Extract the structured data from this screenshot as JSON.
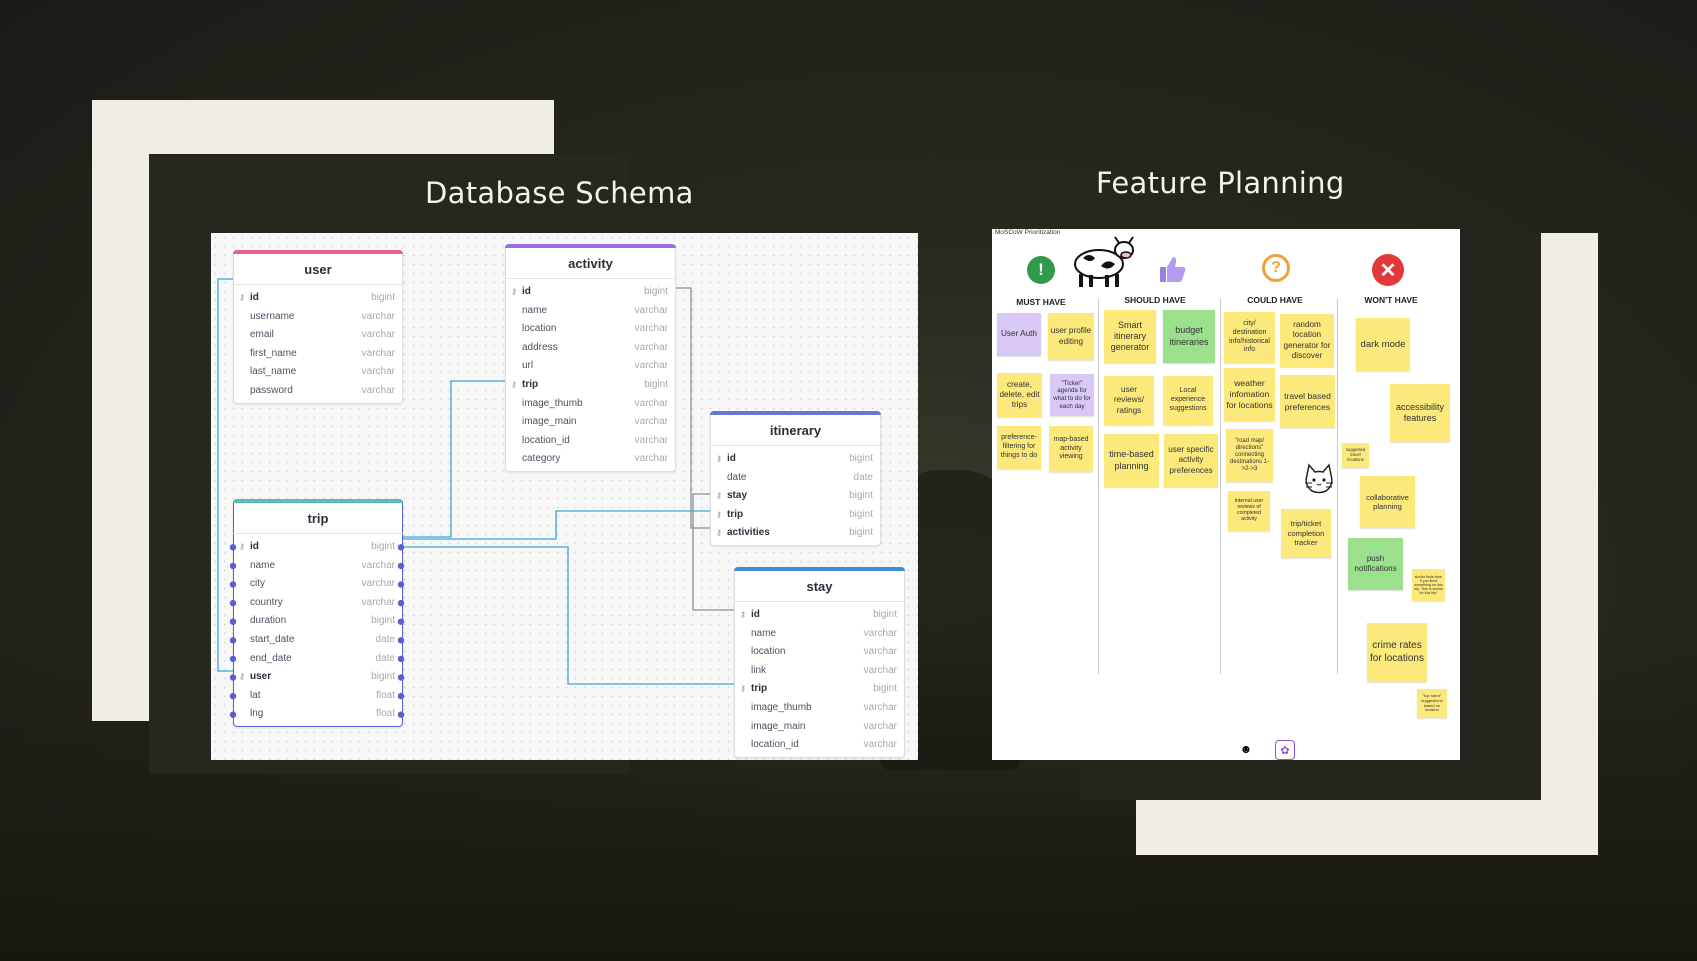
{
  "slide": {
    "schema_title": "Database Schema",
    "planning_title": "Feature Planning"
  },
  "colors": {
    "user": "#e8608c",
    "activity": "#9a6ce0",
    "trip": "#5bbdb5",
    "itinerary": "#6977cf",
    "stay": "#3f8bd8",
    "link": "#3ea6d8",
    "sticky_yellow": "#fbe97b",
    "sticky_purple": "#d8c8f6",
    "sticky_green": "#9be08d"
  },
  "tables": {
    "user": {
      "name": "user",
      "rows": [
        {
          "n": "id",
          "t": "bigint",
          "key": true
        },
        {
          "n": "username",
          "t": "varchar"
        },
        {
          "n": "email",
          "t": "varchar"
        },
        {
          "n": "first_name",
          "t": "varchar"
        },
        {
          "n": "last_name",
          "t": "varchar"
        },
        {
          "n": "password",
          "t": "varchar"
        }
      ]
    },
    "activity": {
      "name": "activity",
      "rows": [
        {
          "n": "id",
          "t": "bigint",
          "key": true
        },
        {
          "n": "name",
          "t": "varchar"
        },
        {
          "n": "location",
          "t": "varchar"
        },
        {
          "n": "address",
          "t": "varchar"
        },
        {
          "n": "url",
          "t": "varchar"
        },
        {
          "n": "trip",
          "t": "bigint",
          "key": true
        },
        {
          "n": "image_thumb",
          "t": "varchar"
        },
        {
          "n": "image_main",
          "t": "varchar"
        },
        {
          "n": "location_id",
          "t": "varchar"
        },
        {
          "n": "category",
          "t": "varchar"
        }
      ]
    },
    "itinerary": {
      "name": "itinerary",
      "rows": [
        {
          "n": "id",
          "t": "bigint",
          "key": true
        },
        {
          "n": "date",
          "t": "date"
        },
        {
          "n": "stay",
          "t": "bigint",
          "key": true
        },
        {
          "n": "trip",
          "t": "bigint",
          "key": true
        },
        {
          "n": "activities",
          "t": "bigint",
          "key": true
        }
      ]
    },
    "trip": {
      "name": "trip",
      "rows": [
        {
          "n": "id",
          "t": "bigint",
          "key": true
        },
        {
          "n": "name",
          "t": "varchar"
        },
        {
          "n": "city",
          "t": "varchar"
        },
        {
          "n": "country",
          "t": "varchar"
        },
        {
          "n": "duration",
          "t": "bigint"
        },
        {
          "n": "start_date",
          "t": "date"
        },
        {
          "n": "end_date",
          "t": "date"
        },
        {
          "n": "user",
          "t": "bigint",
          "key": true
        },
        {
          "n": "lat",
          "t": "float"
        },
        {
          "n": "lng",
          "t": "float"
        }
      ]
    },
    "stay": {
      "name": "stay",
      "rows": [
        {
          "n": "id",
          "t": "bigint",
          "key": true
        },
        {
          "n": "name",
          "t": "varchar"
        },
        {
          "n": "location",
          "t": "varchar"
        },
        {
          "n": "link",
          "t": "varchar"
        },
        {
          "n": "trip",
          "t": "bigint",
          "key": true
        },
        {
          "n": "image_thumb",
          "t": "varchar"
        },
        {
          "n": "image_main",
          "t": "varchar"
        },
        {
          "n": "location_id",
          "t": "varchar"
        }
      ]
    }
  },
  "moscow": {
    "title": "MoSCoW Prioritization",
    "columns": {
      "must": "MUST HAVE",
      "should": "SHOULD HAVE",
      "could": "COULD HAVE",
      "wont": "WON'T HAVE"
    },
    "notes": {
      "must_1": "User Auth",
      "must_2": "user profile editing",
      "must_3": "create, delete, edit trips",
      "must_4": "\"Ticker\" agenda for what to do for each day",
      "must_5": "preference-filtering for things to do",
      "must_6": "map-based activity viewing",
      "should_1": "Smart itinerary generator",
      "should_2": "budget itineraries",
      "should_3": "user reviews/ ratings",
      "should_4": "Local experience suggestions",
      "should_5": "time-based planning",
      "should_6": "user specific activity preferences",
      "could_1": "city/ destination info/historical info",
      "could_2": "random location generator for discover",
      "could_3": "weather infomation for locations",
      "could_4": "travel based preferences",
      "could_5": "\"road map/ directions\" connecting destinations 1->2->3",
      "could_6": "internal user reviews of completed activity",
      "could_7": "trip/ticket completion tracker",
      "wont_1": "dark mode",
      "wont_2": "accessibility features",
      "wont_3": "suggested travel locations",
      "wont_4": "collaborative planning",
      "wont_5": "push notifications",
      "wont_6": "similar finds idea: if you liked something on this trip, \"this is similar for this trip\"",
      "wont_7": "crime rates for locations",
      "wont_8": "\"top rated\" suggestions based on location"
    },
    "icons": {
      "must": "exclamation-badge-icon",
      "cow": "cow-icon",
      "should": "thumbs-up-icon",
      "could": "question-icon",
      "wont": "x-circle-icon",
      "cat": "cat-icon"
    }
  },
  "toolbar": {
    "emoji": "emoji-icon",
    "sticker": "sticker-icon"
  }
}
